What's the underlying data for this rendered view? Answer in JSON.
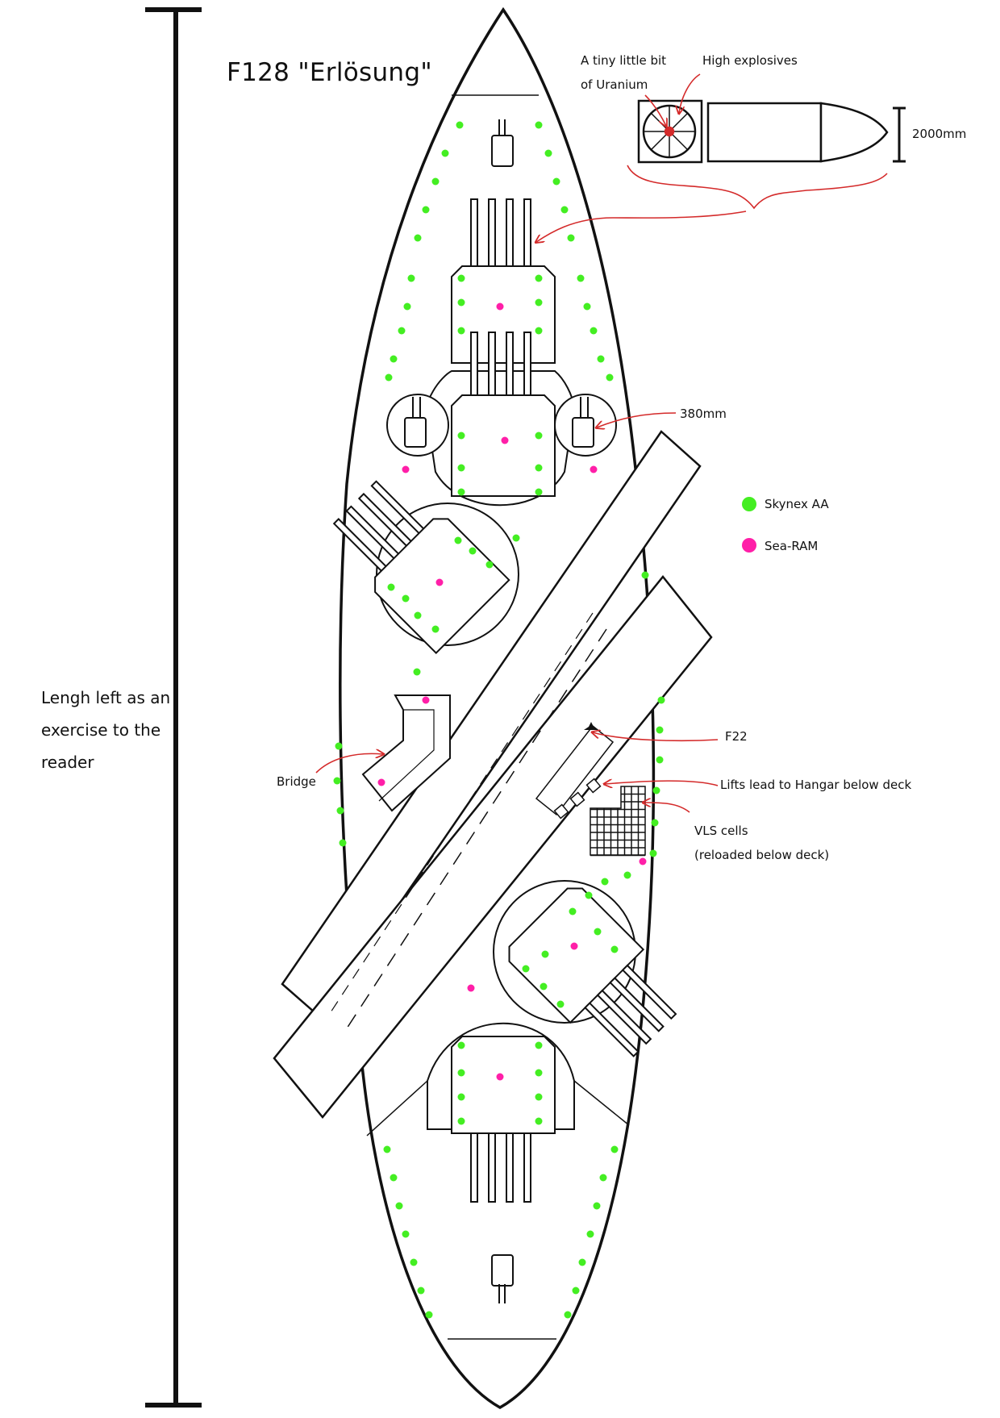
{
  "title": "F128 \"Erlösung\"",
  "length_note": [
    "Lengh left as an",
    "exercise to the",
    "reader"
  ],
  "shell": {
    "label_uranium_line1": "A tiny little bit",
    "label_uranium_line2": "of Uranium",
    "label_explosives": "High explosives",
    "caliber_label": "2000mm"
  },
  "labels": {
    "secondary_caliber": "380mm",
    "bridge": "Bridge",
    "f22": "F22",
    "lifts": "Lifts lead to Hangar below deck",
    "vls_line1": "VLS cells",
    "vls_line2": "(reloaded below deck)"
  },
  "legend": [
    {
      "label": "Skynex AA",
      "color": "#44ee22"
    },
    {
      "label": "Sea-RAM",
      "color": "#ff1fa8"
    }
  ],
  "colors": {
    "ink": "#111111",
    "annotation": "#d42a2a",
    "skynex": "#44ee22",
    "searam": "#ff1fa8"
  }
}
